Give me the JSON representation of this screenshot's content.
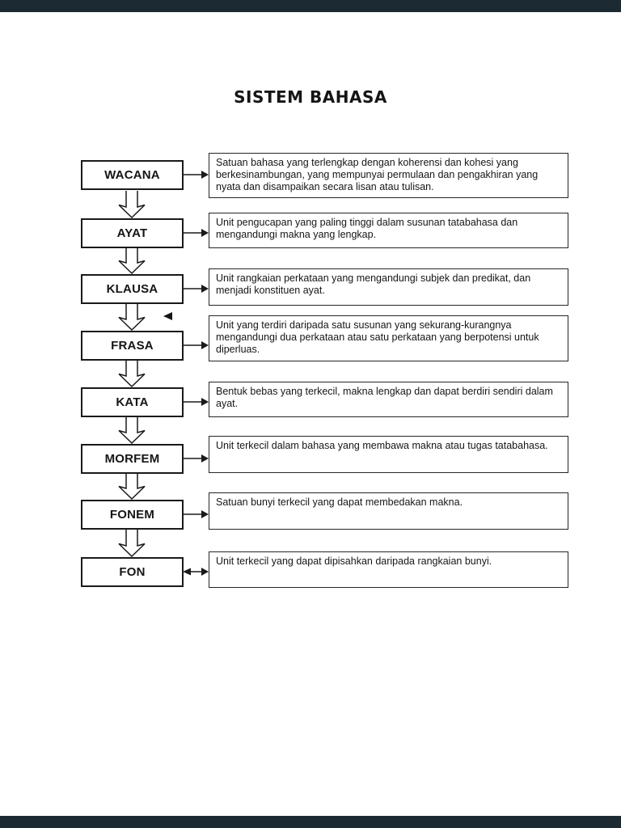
{
  "viewer": {
    "background_color": "#1c2b33",
    "page_color": "#ffffff"
  },
  "document": {
    "title": "SISTEM BAHASA",
    "diagram": {
      "rows": [
        {
          "term": "WACANA",
          "desc_lines": [
            "Satuan bahasa yang terlengkap dengan koherensi dan kohesi yang",
            "berkesinambungan, yang mempunyai permulaan dan pengakhiran yang",
            "nyata dan disampaikan secara lisan atau tulisan."
          ]
        },
        {
          "term": "AYAT",
          "desc_lines": [
            "Unit pengucapan yang paling tinggi dalam susunan tatabahasa dan",
            "mengandungi makna yang lengkap."
          ]
        },
        {
          "term": "KLAUSA",
          "desc_lines": [
            "Unit rangkaian perkataan yang mengandungi subjek dan predikat, dan",
            "menjadi konstituen ayat."
          ]
        },
        {
          "term": "FRASA",
          "desc_lines": [
            "Unit yang terdiri daripada satu susunan yang sekurang-kurangnya",
            "mengandungi dua perkataan atau satu perkataan yang berpotensi untuk",
            "diperluas."
          ]
        },
        {
          "term": "KATA",
          "desc_lines": [
            "Bentuk bebas yang terkecil, makna lengkap dan dapat berdiri sendiri dalam",
            "ayat."
          ]
        },
        {
          "term": "MORFEM",
          "desc_lines": [
            "Unit terkecil dalam bahasa yang membawa makna atau tugas tatabahasa."
          ]
        },
        {
          "term": "FONEM",
          "desc_lines": [
            "Satuan bunyi terkecil yang dapat membedakan makna."
          ]
        },
        {
          "term": "FON",
          "desc_lines": [
            "Unit terkecil yang dapat dipisahkan daripada rangkaian bunyi."
          ]
        }
      ]
    }
  }
}
